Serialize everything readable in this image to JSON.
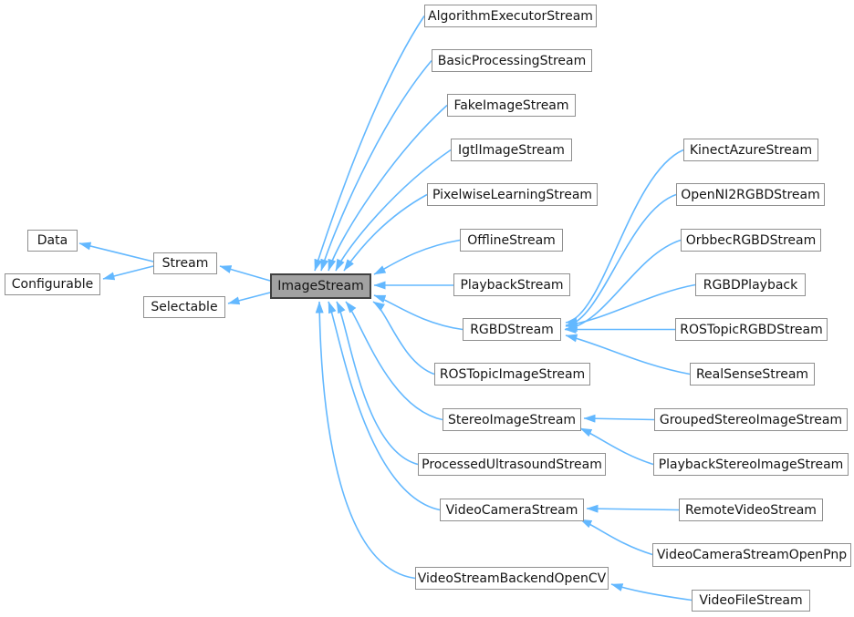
{
  "diagram": {
    "kind": "class-inheritance-graph",
    "current_class": "ImageStream",
    "colors": {
      "background": "#ffffff",
      "edge": "#63b8ff",
      "box_bg": "#ffffff",
      "box_border": "#8f8f8f",
      "highlight_bg": "#a2a2a2",
      "highlight_border": "#404040",
      "text": "#141414"
    },
    "nodes": [
      {
        "id": "data",
        "label": "Data",
        "highlight": false
      },
      {
        "id": "configurable",
        "label": "Configurable",
        "highlight": false
      },
      {
        "id": "stream",
        "label": "Stream",
        "highlight": false
      },
      {
        "id": "selectable",
        "label": "Selectable",
        "highlight": false
      },
      {
        "id": "image-stream",
        "label": "ImageStream",
        "highlight": true
      },
      {
        "id": "algorithm-executor-stream",
        "label": "AlgorithmExecutorStream",
        "highlight": false
      },
      {
        "id": "basic-processing-stream",
        "label": "BasicProcessingStream",
        "highlight": false
      },
      {
        "id": "fake-image-stream",
        "label": "FakeImageStream",
        "highlight": false
      },
      {
        "id": "igtl-image-stream",
        "label": "IgtlImageStream",
        "highlight": false
      },
      {
        "id": "pixelwise-learning-stream",
        "label": "PixelwiseLearningStream",
        "highlight": false
      },
      {
        "id": "offline-stream",
        "label": "OfflineStream",
        "highlight": false
      },
      {
        "id": "playback-stream",
        "label": "PlaybackStream",
        "highlight": false
      },
      {
        "id": "rgbd-stream",
        "label": "RGBDStream",
        "highlight": false
      },
      {
        "id": "ros-topic-image-stream",
        "label": "ROSTopicImageStream",
        "highlight": false
      },
      {
        "id": "stereo-image-stream",
        "label": "StereoImageStream",
        "highlight": false
      },
      {
        "id": "processed-ultrasound-stream",
        "label": "ProcessedUltrasoundStream",
        "highlight": false
      },
      {
        "id": "video-camera-stream",
        "label": "VideoCameraStream",
        "highlight": false
      },
      {
        "id": "video-stream-backend-opencv",
        "label": "VideoStreamBackendOpenCV",
        "highlight": false
      },
      {
        "id": "kinect-azure-stream",
        "label": "KinectAzureStream",
        "highlight": false
      },
      {
        "id": "openni2-rgbd-stream",
        "label": "OpenNI2RGBDStream",
        "highlight": false
      },
      {
        "id": "orbbec-rgbd-stream",
        "label": "OrbbecRGBDStream",
        "highlight": false
      },
      {
        "id": "rgbd-playback",
        "label": "RGBDPlayback",
        "highlight": false
      },
      {
        "id": "ros-topic-rgbd-stream",
        "label": "ROSTopicRGBDStream",
        "highlight": false
      },
      {
        "id": "real-sense-stream",
        "label": "RealSenseStream",
        "highlight": false
      },
      {
        "id": "grouped-stereo-image-stream",
        "label": "GroupedStereoImageStream",
        "highlight": false
      },
      {
        "id": "playback-stereo-image-stream",
        "label": "PlaybackStereoImageStream",
        "highlight": false
      },
      {
        "id": "remote-video-stream",
        "label": "RemoteVideoStream",
        "highlight": false
      },
      {
        "id": "video-camera-stream-openpnp",
        "label": "VideoCameraStreamOpenPnp",
        "highlight": false
      },
      {
        "id": "video-file-stream",
        "label": "VideoFileStream",
        "highlight": false
      }
    ],
    "edges": [
      {
        "from": "stream",
        "to": "data"
      },
      {
        "from": "stream",
        "to": "configurable"
      },
      {
        "from": "image-stream",
        "to": "stream"
      },
      {
        "from": "image-stream",
        "to": "selectable"
      },
      {
        "from": "algorithm-executor-stream",
        "to": "image-stream"
      },
      {
        "from": "basic-processing-stream",
        "to": "image-stream"
      },
      {
        "from": "fake-image-stream",
        "to": "image-stream"
      },
      {
        "from": "igtl-image-stream",
        "to": "image-stream"
      },
      {
        "from": "pixelwise-learning-stream",
        "to": "image-stream"
      },
      {
        "from": "offline-stream",
        "to": "image-stream"
      },
      {
        "from": "playback-stream",
        "to": "image-stream"
      },
      {
        "from": "rgbd-stream",
        "to": "image-stream"
      },
      {
        "from": "ros-topic-image-stream",
        "to": "image-stream"
      },
      {
        "from": "stereo-image-stream",
        "to": "image-stream"
      },
      {
        "from": "processed-ultrasound-stream",
        "to": "image-stream"
      },
      {
        "from": "video-camera-stream",
        "to": "image-stream"
      },
      {
        "from": "video-stream-backend-opencv",
        "to": "image-stream"
      },
      {
        "from": "kinect-azure-stream",
        "to": "rgbd-stream"
      },
      {
        "from": "openni2-rgbd-stream",
        "to": "rgbd-stream"
      },
      {
        "from": "orbbec-rgbd-stream",
        "to": "rgbd-stream"
      },
      {
        "from": "rgbd-playback",
        "to": "rgbd-stream"
      },
      {
        "from": "ros-topic-rgbd-stream",
        "to": "rgbd-stream"
      },
      {
        "from": "real-sense-stream",
        "to": "rgbd-stream"
      },
      {
        "from": "grouped-stereo-image-stream",
        "to": "stereo-image-stream"
      },
      {
        "from": "playback-stereo-image-stream",
        "to": "stereo-image-stream"
      },
      {
        "from": "remote-video-stream",
        "to": "video-camera-stream"
      },
      {
        "from": "video-camera-stream-openpnp",
        "to": "video-camera-stream"
      },
      {
        "from": "video-file-stream",
        "to": "video-stream-backend-opencv"
      }
    ]
  }
}
